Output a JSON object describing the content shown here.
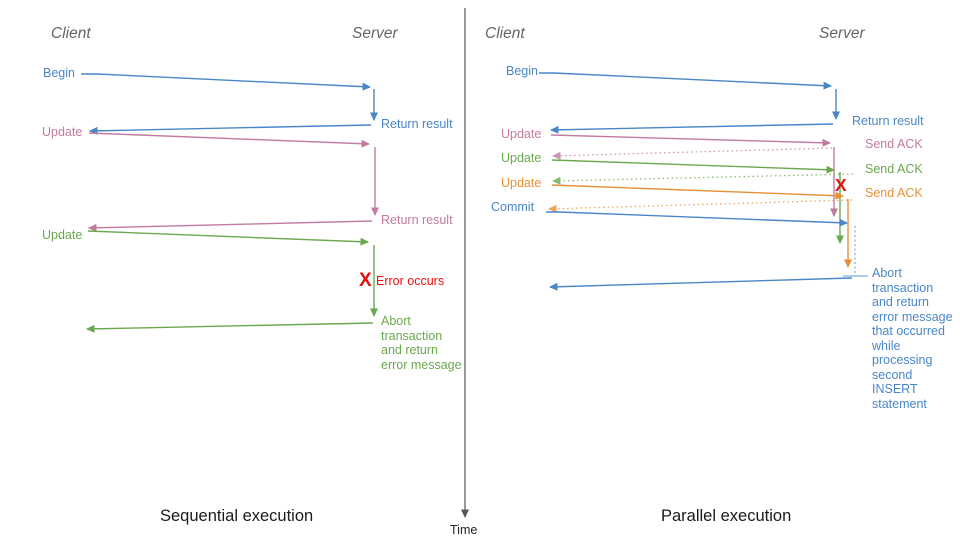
{
  "colors": {
    "blue": "#4a86c8",
    "pink": "#c27ba0",
    "green": "#6aa84f",
    "orange": "#e69138",
    "error_red": "#dd100c",
    "header_gray": "#666666",
    "time_axis": "#555555",
    "caption_black": "#1a1a1a"
  },
  "time_axis": {
    "label": "Time"
  },
  "left": {
    "headers": {
      "client": "Client",
      "server": "Server"
    },
    "caption": "Sequential execution",
    "messages": {
      "begin": "Begin",
      "return_result_1": "Return result",
      "update_1": "Update",
      "return_result_2": "Return result",
      "update_2": "Update",
      "error_mark": "X",
      "error_label": "Error occurs",
      "abort_lines": [
        "Abort",
        "transaction",
        "and return",
        "error message"
      ]
    }
  },
  "right": {
    "headers": {
      "client": "Client",
      "server": "Server"
    },
    "caption": "Parallel execution",
    "messages": {
      "begin": "Begin",
      "return_result": "Return result",
      "update_1": "Update",
      "update_2": "Update",
      "update_3": "Update",
      "commit": "Commit",
      "send_ack_1": "Send ACK",
      "send_ack_2": "Send ACK",
      "send_ack_3": "Send ACK",
      "error_mark": "X",
      "abort_lines": [
        "Abort",
        "transaction",
        "and return",
        "error message",
        "that occurred",
        "while",
        "processing",
        "second",
        "INSERT",
        "statement"
      ]
    }
  }
}
